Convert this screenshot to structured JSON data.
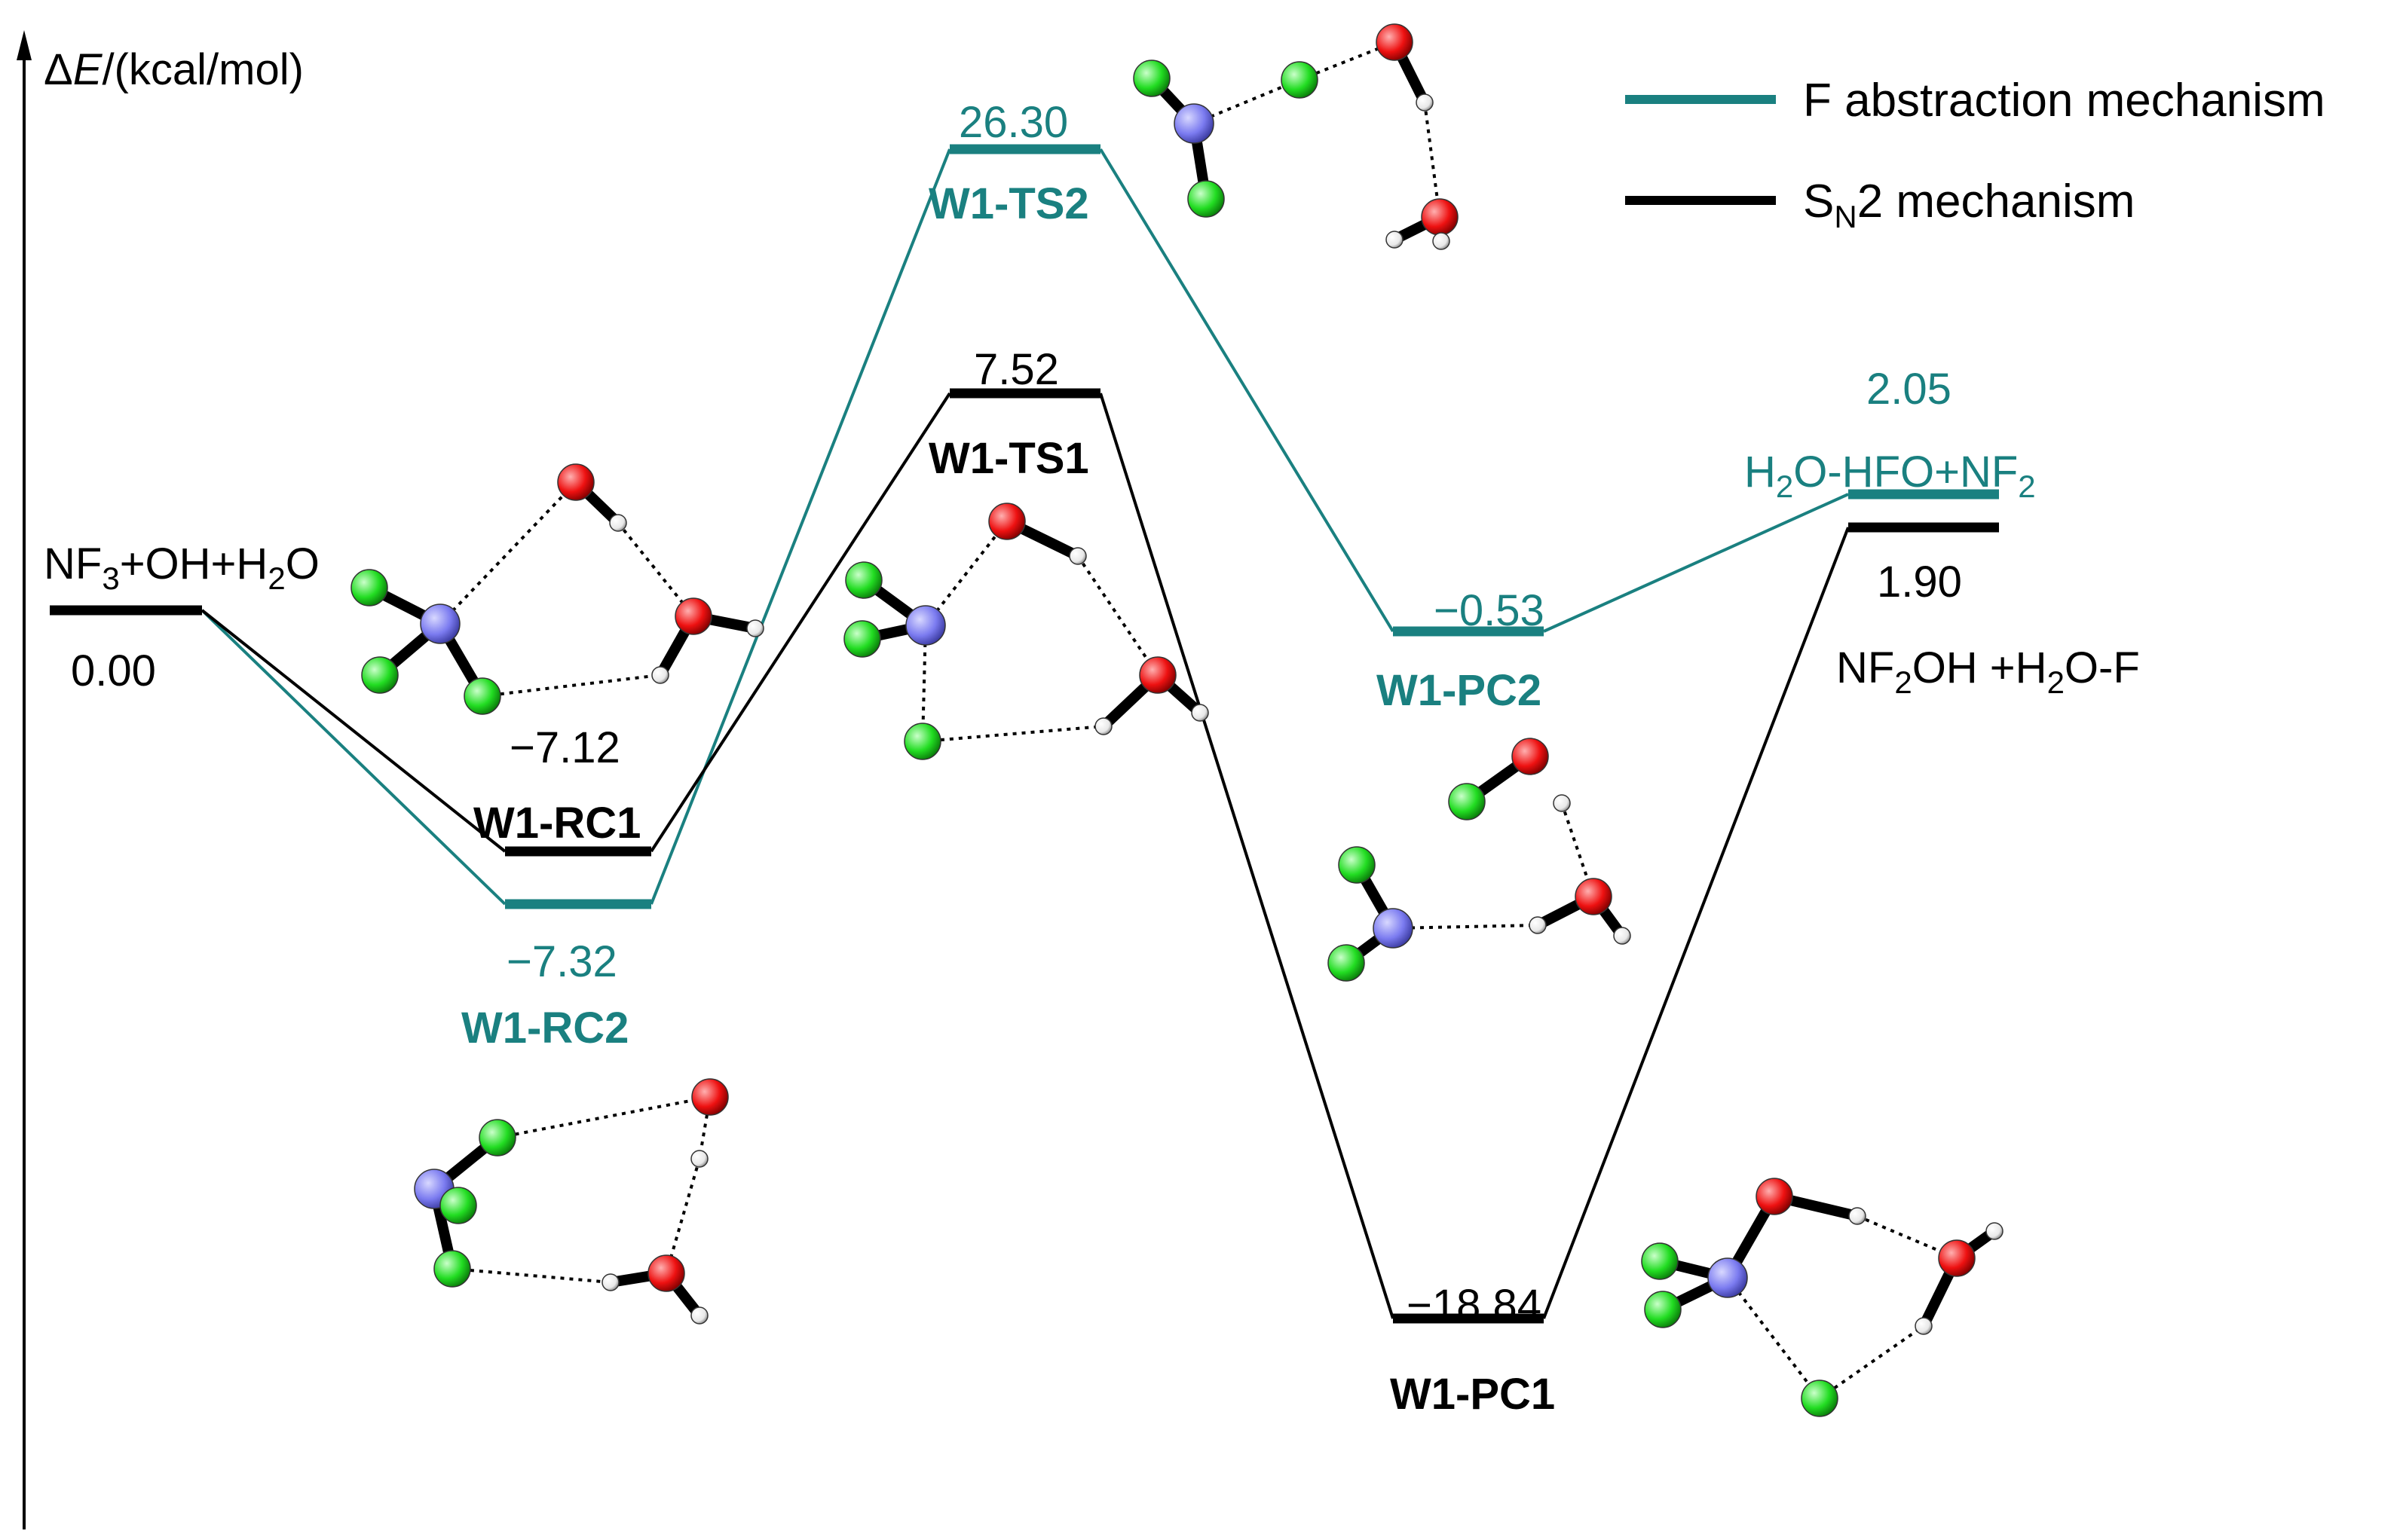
{
  "axis": {
    "label_delta": "Δ",
    "label_E": "E",
    "label_unit": "/(kcal/mol)"
  },
  "legend": {
    "f_abstraction": {
      "label": "F abstraction mechanism",
      "color": "#1a8080"
    },
    "sn2": {
      "label_main": "S",
      "label_sub": "N",
      "label_rest": "2 mechanism",
      "color": "#000000"
    }
  },
  "colors": {
    "teal": "#1a8080",
    "black": "#000000",
    "N": "#7b7bf0",
    "F": "#22dd22",
    "O": "#ee1111",
    "H": "#ffffff"
  },
  "chart_data": {
    "type": "energy-profile",
    "ylabel": "ΔE/(kcal/mol)",
    "series": [
      {
        "name": "F abstraction mechanism",
        "color": "#1a8080",
        "points": [
          {
            "label": "NF3+OH+H2O",
            "value": 0.0
          },
          {
            "label": "W1-RC2",
            "value": -7.32
          },
          {
            "label": "W1-TS2",
            "value": 26.3
          },
          {
            "label": "W1-PC2",
            "value": -0.53
          },
          {
            "label": "H2O-HFO+NF2",
            "value": 2.05
          }
        ]
      },
      {
        "name": "SN2 mechanism",
        "color": "#000000",
        "points": [
          {
            "label": "NF3+OH+H2O",
            "value": 0.0
          },
          {
            "label": "W1-RC1",
            "value": -7.12
          },
          {
            "label": "W1-TS1",
            "value": 7.52
          },
          {
            "label": "W1-PC1",
            "value": -18.84
          },
          {
            "label": "NF2OH +H2O-F",
            "value": 1.9
          }
        ]
      }
    ]
  },
  "labels": {
    "reactant": {
      "p1": "NF",
      "s1": "3",
      "p2": "+OH+H",
      "s2": "2",
      "p3": "O",
      "value": "0.00"
    },
    "rc1": {
      "value": "−7.12",
      "name": "W1-RC1"
    },
    "rc2": {
      "value": "−7.32",
      "name": "W1-RC2"
    },
    "ts1": {
      "value": "7.52",
      "name": "W1-TS1"
    },
    "ts2": {
      "value": "26.30",
      "name": "W1-TS2"
    },
    "pc1": {
      "value": "−18.84",
      "name": "W1-PC1"
    },
    "pc2": {
      "value": "−0.53",
      "name": "W1-PC2"
    },
    "p2": {
      "value": "2.05",
      "n1": "H",
      "s1": "2",
      "n2": "O-HFO+NF",
      "s2": "2"
    },
    "p1": {
      "value": "1.90",
      "n1": "NF",
      "s1": "2",
      "n2": "OH +H",
      "s2": "2",
      "n3": "O-F"
    }
  }
}
